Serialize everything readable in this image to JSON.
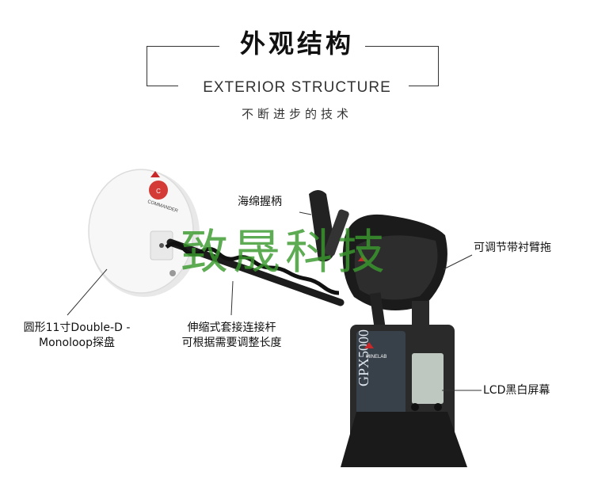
{
  "header": {
    "title": "外观结构",
    "subtitle_en": "EXTERIOR STRUCTURE",
    "subtitle_cn": "不断进步的技术"
  },
  "callouts": {
    "handle": "海绵握柄",
    "armrest": "可调节带衬臂拖",
    "coil_line1": "圆形11寸Double-D -",
    "coil_line2": "Monoloop探盘",
    "shaft_line1": "伸缩式套接连接杆",
    "shaft_line2": "可根据需要调整长度",
    "screen": "LCD黑白屏幕"
  },
  "product": {
    "coil_brand": "COMMANDER",
    "model_text": "GPX5000",
    "brand": "MINELAB"
  },
  "watermark": "致晟科技",
  "colors": {
    "coil": "#f4f4f4",
    "shaft": "#1c1c1c",
    "body": "#2a2a2a",
    "accent_red": "#c8282a",
    "watermark_green": "#3a9a2e"
  }
}
